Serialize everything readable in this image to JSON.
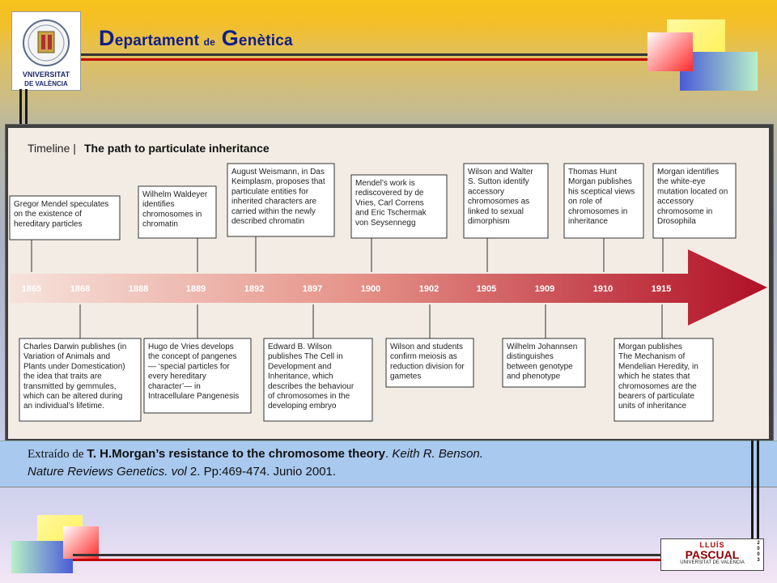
{
  "header": {
    "dept_d": "D",
    "dept_rest1": "epartament ",
    "dept_de": "de",
    "dept_g": " G",
    "dept_rest2": "enètica",
    "logo_line1": "VNIVERSITAT",
    "logo_line2": "DE VALÈNCIA"
  },
  "timeline": {
    "title_prefix": "Timeline |",
    "title": "The path to particulate inheritance",
    "years": [
      "1865",
      "1868",
      "1888",
      "1889",
      "1892",
      "1897",
      "1900",
      "1902",
      "1905",
      "1909",
      "1910",
      "1915"
    ],
    "top_events": [
      [
        "Gregor Mendel speculates",
        "on the existence of",
        "hereditary particles"
      ],
      [
        "Wilhelm Waldeyer",
        "identifies",
        "chromosomes in",
        "chromatin"
      ],
      [
        "August Weismann, in Das",
        "Keimplasm, proposes that",
        "particulate entities for",
        "inherited characters are",
        "carried within the newly",
        "described chromatin"
      ],
      [
        "Mendel’s work is",
        "rediscovered by de",
        "Vries, Carl Correns",
        "and Eric Tschermak",
        "von Seysennegg"
      ],
      [
        "Wilson and Walter",
        "S. Sutton identify",
        "accessory",
        "chromosomes as",
        "linked to sexual",
        "dimorphism"
      ],
      [
        "Thomas Hunt",
        "Morgan publishes",
        "his sceptical views",
        "on role of",
        "chromosomes in",
        "inheritance"
      ],
      [
        "Morgan identifies",
        "the white-eye",
        "mutation located on",
        "accessory",
        "chromosome in",
        "Drosophila"
      ]
    ],
    "bottom_events": [
      [
        "Charles Darwin publishes (in",
        "Variation of Animals and",
        "Plants under Domestication)",
        "the idea that traits are",
        "transmitted by gemmules,",
        "which can be altered during",
        "an individual’s lifetime."
      ],
      [
        "Hugo de Vries develops",
        "the concept of pangenes",
        "— ‘special particles for",
        "every hereditary",
        "character’— in",
        "Intracellulare Pangenesis"
      ],
      [
        "Edward B. Wilson",
        "publishes The Cell in",
        "Development and",
        "Inheritance, which",
        "describes the behaviour",
        "of chromosomes in the",
        "developing embryo"
      ],
      [
        "Wilson and students",
        "confirm meiosis as",
        "reduction division for",
        "gametes"
      ],
      [
        "Wilhelm Johannsen",
        "distinguishes",
        "between genotype",
        "and phenotype"
      ],
      [
        "Morgan publishes",
        "The Mechanism of",
        "Mendelian Heredity, in",
        "which he states that",
        "chromosomes are the",
        "bearers of particulate",
        "units of inheritance"
      ]
    ]
  },
  "caption": {
    "prefix": "Extraído de ",
    "bold": "T. H.Morgan’s resistance to the chromosome theory",
    "dot": ". ",
    "author": "Keith R. Benson.",
    "journal": "Nature Reviews Genetics.",
    "vol_i": " vol ",
    "rest": "2. Pp:469-474. Junio 2001."
  },
  "badge": {
    "line1": "LLUÍS",
    "line2": "PASCUAL",
    "line3": "UNIVERSITAT DE VALÈNCIA",
    "year": "2003"
  }
}
